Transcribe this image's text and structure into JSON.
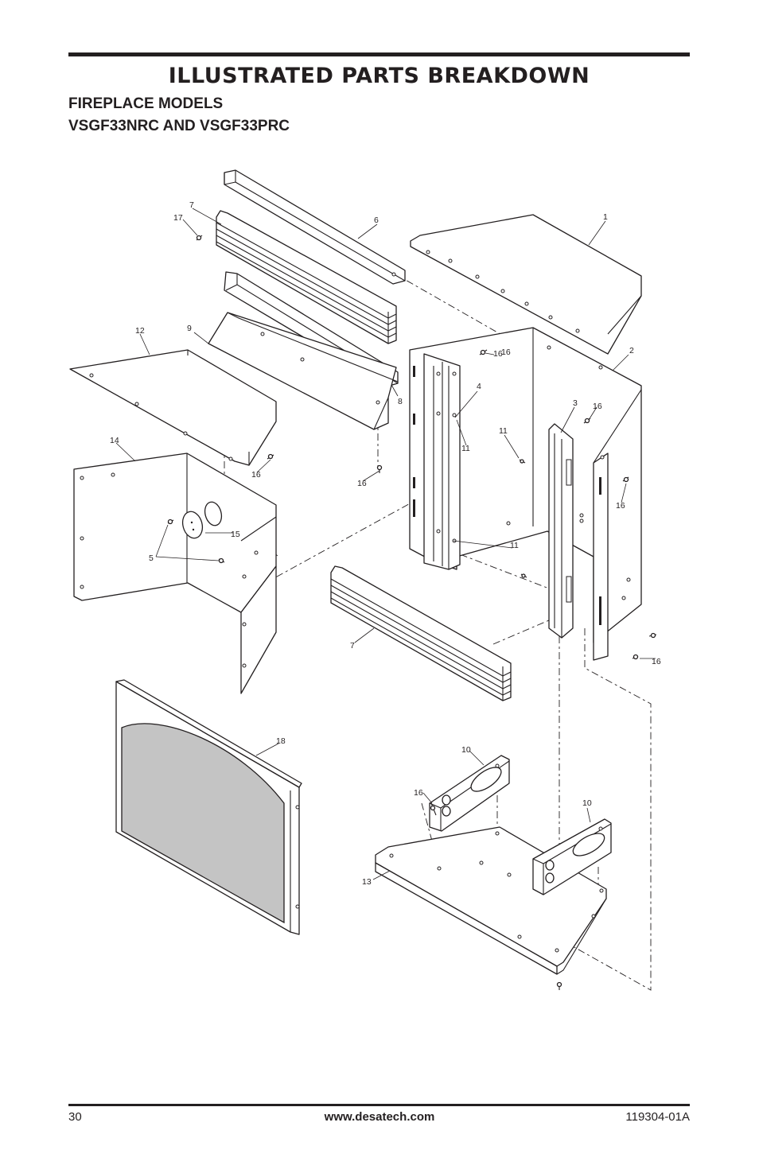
{
  "header": {
    "title": "ILLUSTRATED PARTS BREAKDOWN",
    "subtitle_line1": "FIREPLACE MODELS",
    "subtitle_line2": "VSGF33NRC AND VSGF33PRC"
  },
  "diagram": {
    "callouts": [
      "1",
      "2",
      "3",
      "4",
      "5",
      "6",
      "7",
      "7",
      "8",
      "9",
      "10",
      "10",
      "11",
      "11",
      "11",
      "12",
      "13",
      "14",
      "15",
      "16",
      "16",
      "16",
      "16",
      "16",
      "16",
      "16",
      "16",
      "17",
      "18"
    ]
  },
  "footer": {
    "page_number": "30",
    "website": "www.desatech.com",
    "doc_number": "119304-01A"
  }
}
